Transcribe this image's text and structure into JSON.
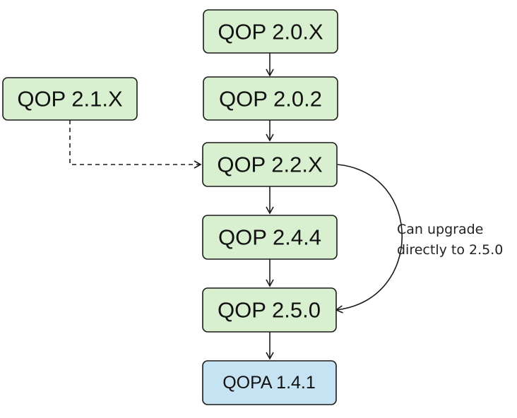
{
  "diagram": {
    "nodes": {
      "qop_2_0_x": "QOP 2.0.X",
      "qop_2_1_x": "QOP 2.1.X",
      "qop_2_0_2": "QOP 2.0.2",
      "qop_2_2_x": "QOP 2.2.X",
      "qop_2_4_4": "QOP 2.4.4",
      "qop_2_5_0": "QOP 2.5.0",
      "qopa_1_4_1": "QOPA 1.4.1"
    },
    "edges": [
      {
        "from": "QOP 2.0.X",
        "to": "QOP 2.0.2",
        "style": "solid"
      },
      {
        "from": "QOP 2.0.2",
        "to": "QOP 2.2.X",
        "style": "solid"
      },
      {
        "from": "QOP 2.1.X",
        "to": "QOP 2.2.X",
        "style": "dashed"
      },
      {
        "from": "QOP 2.2.X",
        "to": "QOP 2.4.4",
        "style": "solid"
      },
      {
        "from": "QOP 2.4.4",
        "to": "QOP 2.5.0",
        "style": "solid"
      },
      {
        "from": "QOP 2.2.X",
        "to": "QOP 2.5.0",
        "style": "curved"
      },
      {
        "from": "QOP 2.5.0",
        "to": "QOPA 1.4.1",
        "style": "solid"
      }
    ],
    "annotation": {
      "line1": "Can upgrade",
      "line2": "directly to 2.5.0"
    },
    "colors": {
      "version_node_fill": "#d8f0d0",
      "target_node_fill": "#c5e3f2",
      "stroke": "#1a1a1a"
    }
  }
}
